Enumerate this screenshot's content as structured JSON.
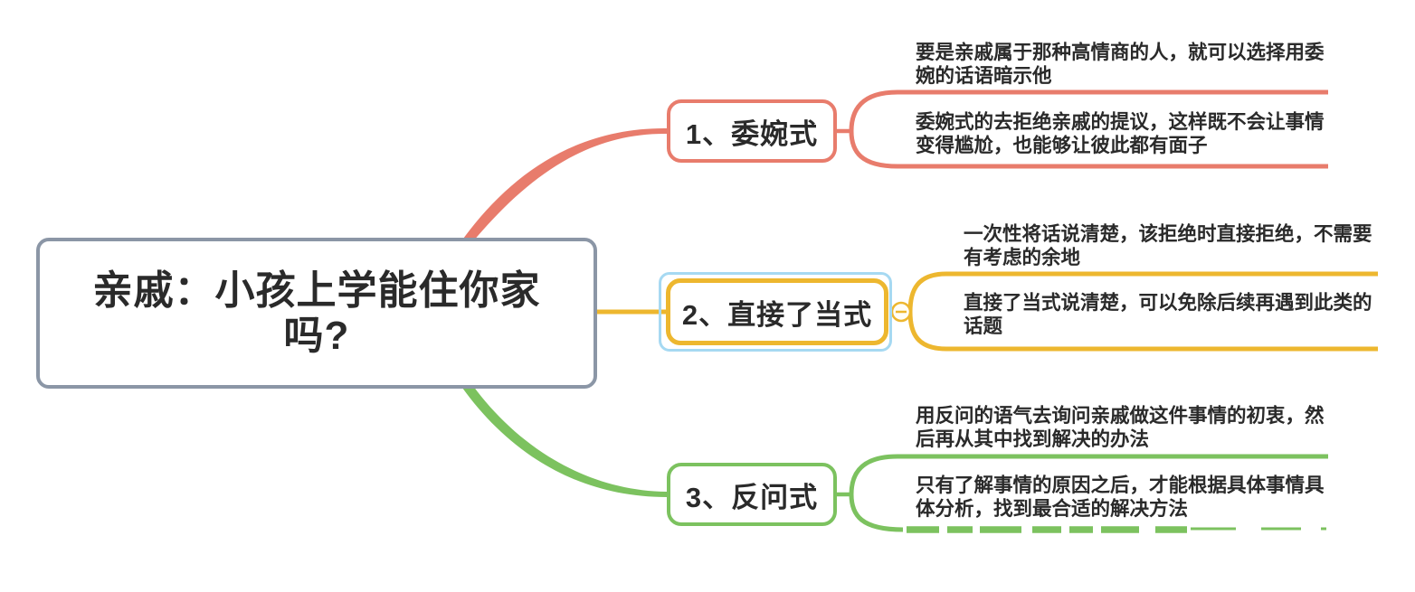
{
  "app": {
    "type": "mind-map"
  },
  "central_topic": {
    "text": "亲戚：小孩上学能住你家\n吗?"
  },
  "branches": [
    {
      "label": "1、委婉式",
      "color": "#E87C6C",
      "selected": false,
      "children": [
        {
          "text": "要是亲戚属于那种高情商的人，就可以选择用委\n婉的话语暗示他"
        },
        {
          "text": "委婉式的去拒绝亲戚的提议，这样既不会让事情\n变得尴尬，也能够让彼此都有面子"
        }
      ]
    },
    {
      "label": "2、直接了当式",
      "color": "#EDB72F",
      "selected": true,
      "collapse_button": {
        "icon": "minus-circle-icon",
        "state": "expanded"
      },
      "children": [
        {
          "text": "一次性将话说清楚，该拒绝时直接拒绝，不需要\n有考虑的余地"
        },
        {
          "text": "直接了当式说清楚，可以免除后续再遇到此类的\n话题"
        }
      ]
    },
    {
      "label": "3、反问式",
      "color": "#7CC25F",
      "selected": false,
      "children": [
        {
          "text": "用反问的语气去询问亲戚做这件事情的初衷，然\n后再从其中找到解决的办法"
        },
        {
          "text": "只有了解事情的原因之后，才能根据具体事情具\n体分析，找到最合适的解决方法"
        }
      ]
    }
  ],
  "colors": {
    "branch1": "#E87C6C",
    "branch2": "#EDB72F",
    "branch3": "#7CC25F",
    "central_border": "#8B96A6",
    "selection": "#A6D9F2",
    "text": "#2A2A2A",
    "background": "#FFFFFF"
  }
}
